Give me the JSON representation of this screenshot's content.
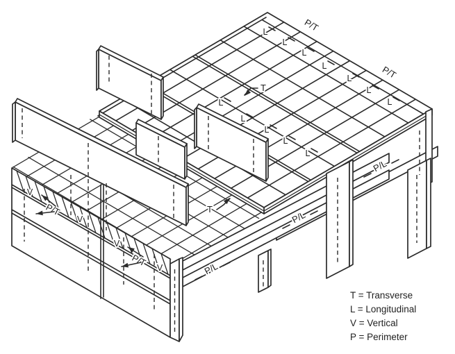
{
  "diagram_type": "isometric-structural-framing-diagram",
  "colors": {
    "line": "#2b2b2b",
    "text": "#1f1f1f",
    "background": "#ffffff"
  },
  "labels": {
    "longitudinal": "L",
    "transverse": "T",
    "vertical": "V",
    "perimeter_transverse": "P/T",
    "perimeter_longitudinal": "P/L"
  },
  "legend": {
    "items": [
      {
        "symbol": "T",
        "meaning": "Transverse",
        "text": "T = Transverse"
      },
      {
        "symbol": "L",
        "meaning": "Longitudinal",
        "text": "L = Longitudinal"
      },
      {
        "symbol": "V",
        "meaning": "Vertical",
        "text": "V = Vertical"
      },
      {
        "symbol": "P",
        "meaning": "Perimeter",
        "text": "P = Perimeter"
      }
    ]
  }
}
